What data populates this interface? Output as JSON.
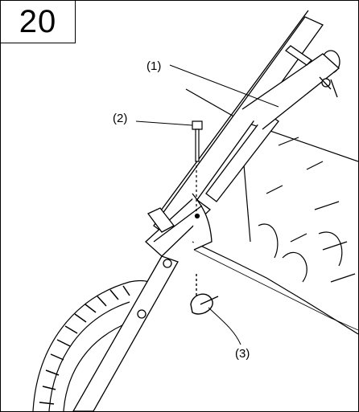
{
  "step": {
    "number": "20"
  },
  "callouts": [
    {
      "label": "(1)"
    },
    {
      "label": "(2)"
    },
    {
      "label": "(3)"
    }
  ],
  "colors": {
    "ink": "#000000",
    "paper": "#ffffff"
  }
}
